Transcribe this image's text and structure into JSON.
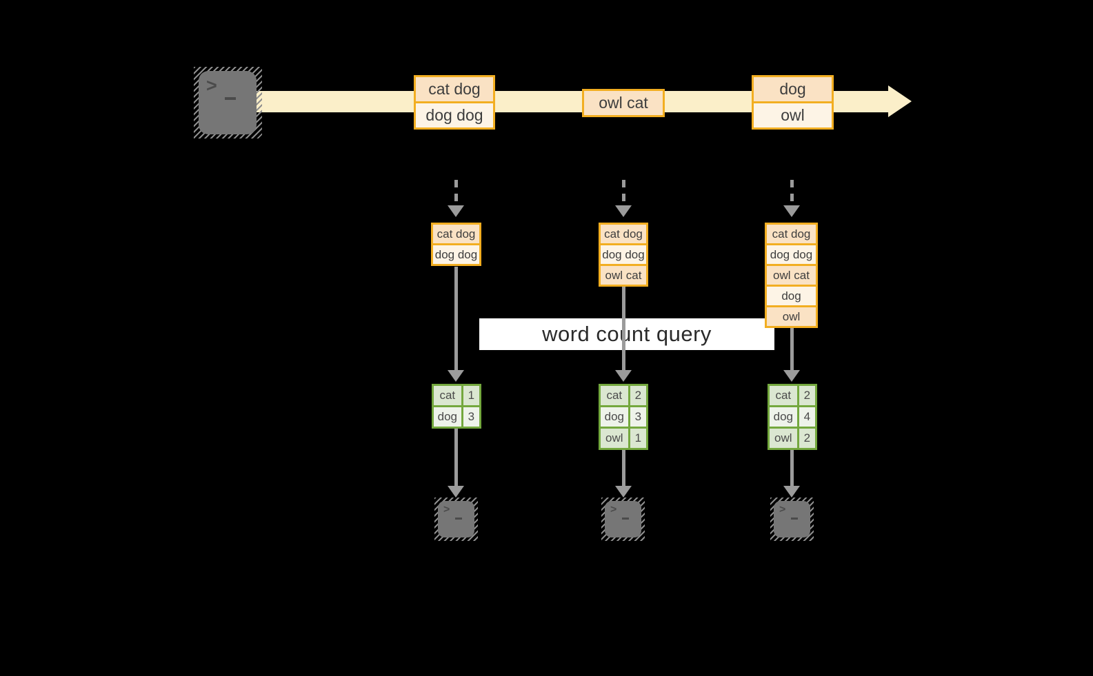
{
  "query_label": "word count query",
  "icons": {
    "terminal_chevron": ">"
  },
  "stream": {
    "direction": "right",
    "events": [
      {
        "rows": [
          "cat dog",
          "dog dog"
        ]
      },
      {
        "rows": [
          "owl cat"
        ]
      },
      {
        "rows": [
          "dog",
          "owl"
        ]
      }
    ]
  },
  "columns": [
    {
      "state_rows": [
        "cat dog",
        "dog dog"
      ],
      "result": [
        {
          "word": "cat",
          "count": "1"
        },
        {
          "word": "dog",
          "count": "3"
        }
      ]
    },
    {
      "state_rows": [
        "cat dog",
        "dog dog",
        "owl cat"
      ],
      "result": [
        {
          "word": "cat",
          "count": "2"
        },
        {
          "word": "dog",
          "count": "3"
        },
        {
          "word": "owl",
          "count": "1"
        }
      ]
    },
    {
      "state_rows": [
        "cat dog",
        "dog dog",
        "owl cat",
        "dog",
        "owl"
      ],
      "result": [
        {
          "word": "cat",
          "count": "2"
        },
        {
          "word": "dog",
          "count": "4"
        },
        {
          "word": "owl",
          "count": "2"
        }
      ]
    }
  ],
  "colors": {
    "background": "#000000",
    "stream_band": "#FBEFC9",
    "box_border": "#F2AE21",
    "box_fill_dark": "#FAE2C4",
    "box_fill_light": "#FDF4E6",
    "table_border": "#74A83E",
    "table_fill_dark": "#DBE7D1",
    "table_fill_light": "#EEF3EA",
    "arrow_gray": "#9B9B9B",
    "terminal_fill": "#767676",
    "terminal_glyph": "#4B4B4B",
    "hatch_gray": "#8E8E8E",
    "query_bg": "#FFFFFF",
    "text_dark": "#3D3D3D"
  }
}
